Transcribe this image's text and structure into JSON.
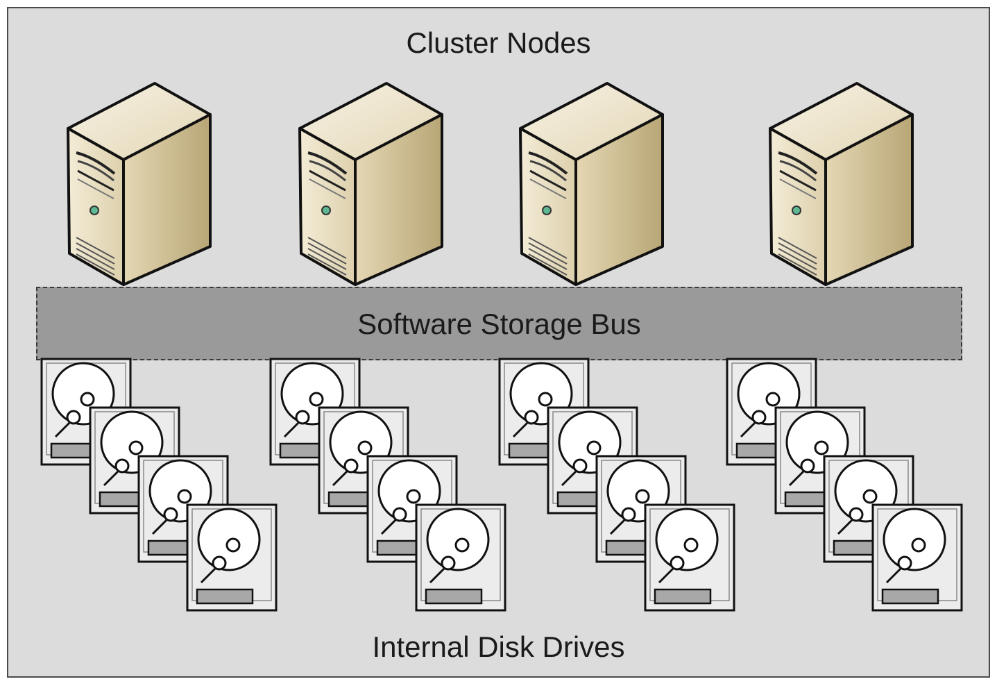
{
  "diagram": {
    "top_label": "Cluster Nodes",
    "bus_label": "Software Storage Bus",
    "bottom_label": "Internal Disk Drives",
    "nodes": [
      {
        "icon": "server-tower-icon"
      },
      {
        "icon": "server-tower-icon"
      },
      {
        "icon": "server-tower-icon"
      },
      {
        "icon": "server-tower-icon"
      }
    ],
    "disk_groups": [
      {
        "icon": "hard-disk-icon",
        "disks": 4
      },
      {
        "icon": "hard-disk-icon",
        "disks": 4
      },
      {
        "icon": "hard-disk-icon",
        "disks": 4
      },
      {
        "icon": "hard-disk-icon",
        "disks": 4
      }
    ],
    "colors": {
      "background": "#dcdcdc",
      "bus": "#9a9a9a",
      "server_body": "#e8dfc4",
      "server_side": "#c9b991",
      "led": "#5fb894"
    }
  }
}
